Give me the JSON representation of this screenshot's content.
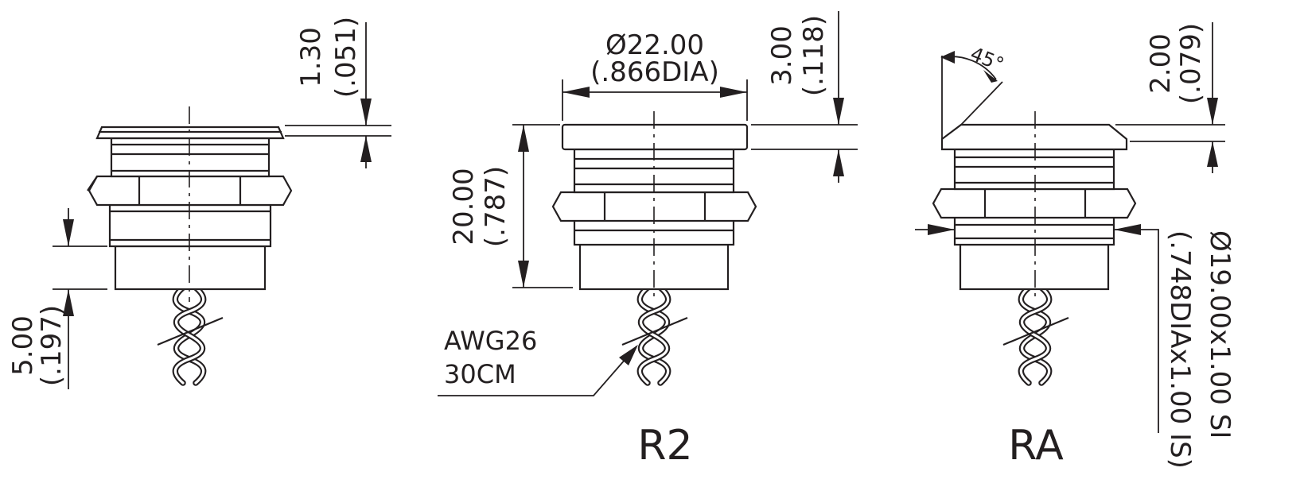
{
  "views": [
    {
      "name": "",
      "dims": {
        "head_thickness": {
          "mm": "1.30",
          "inch": "(.051)"
        },
        "terminal_length": {
          "mm": "5.00",
          "inch": "(.197)"
        }
      }
    },
    {
      "name": "R2",
      "dims": {
        "diameter": {
          "mm": "Ø22.00",
          "inch": "(.866DIA)"
        },
        "head_thickness": {
          "mm": "3.00",
          "inch": "(.118)"
        },
        "body_length": {
          "mm": "20.00",
          "inch": "(.787)"
        }
      },
      "wire_label": {
        "line1": "AWG26",
        "line2": "30CM"
      }
    },
    {
      "name": "RA",
      "dims": {
        "chamfer_angle": "45°",
        "head_thickness": {
          "mm": "2.00",
          "inch": "(.079)"
        },
        "thread": {
          "mm": "Ø19.00x1.00 SI",
          "inch": "(.748DIAx1.00 IS)"
        }
      }
    }
  ]
}
